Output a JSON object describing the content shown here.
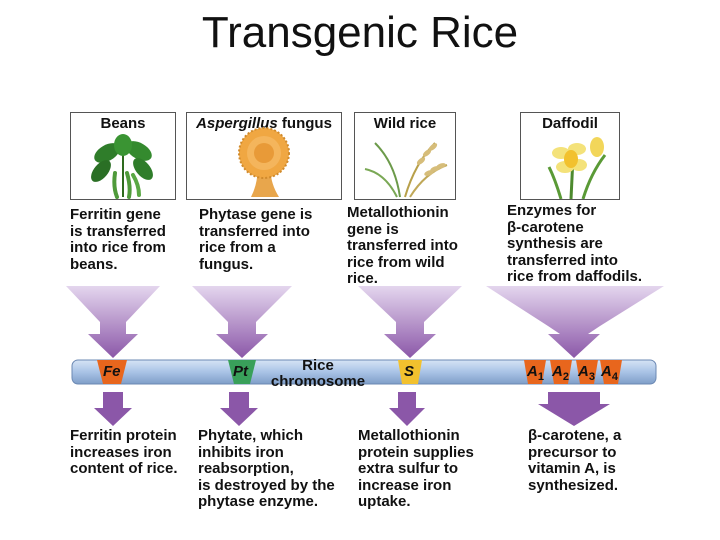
{
  "title": "Transgenic Rice",
  "sources": [
    {
      "label": "Beans",
      "icon": "bean-plant-icon"
    },
    {
      "label_italic": "Aspergillus",
      "label_rest": " fungus",
      "icon": "fungus-icon"
    },
    {
      "label": "Wild rice",
      "icon": "wild-rice-icon"
    },
    {
      "label": "Daffodil",
      "icon": "daffodil-icon"
    }
  ],
  "transfers": [
    [
      "Ferritin gene",
      "is transferred",
      "into rice from",
      "beans."
    ],
    [
      "Phytase gene is",
      "transferred into",
      "rice from a",
      "fungus."
    ],
    [
      "Metallothionin",
      "gene is",
      "transferred into",
      "rice from wild",
      "rice."
    ],
    [
      "Enzymes for",
      "β-carotene",
      "synthesis are",
      "transferred into",
      "rice from daffodils."
    ]
  ],
  "chromosome": {
    "label_line1": "Rice",
    "label_line2": "chromosome",
    "genes": [
      {
        "label": "Fe",
        "color": "#e8661d"
      },
      {
        "label": "Pt",
        "color": "#39a05a"
      },
      {
        "label": "S",
        "color": "#f2c12e"
      },
      {
        "label": "A",
        "sub": "1",
        "color": "#e8661d"
      },
      {
        "label": "A",
        "sub": "2",
        "color": "#e8661d"
      },
      {
        "label": "A",
        "sub": "3",
        "color": "#e8661d"
      },
      {
        "label": "A",
        "sub": "4",
        "color": "#e8661d"
      }
    ]
  },
  "effects": [
    [
      "Ferritin protein",
      "increases iron",
      "content of rice."
    ],
    [
      "Phytate, which",
      "inhibits iron",
      "reabsorption,",
      "is destroyed by the",
      "phytase enzyme."
    ],
    [
      "Metallothionin",
      "protein supplies",
      "extra sulfur to",
      "increase iron",
      "uptake."
    ],
    [
      "β-carotene, a",
      "precursor to",
      "vitamin A, is",
      "synthesized."
    ]
  ],
  "colors": {
    "arrow_light": "#d8c5e6",
    "arrow_dark": "#8b57a8",
    "chromosome": "#a9c3e6"
  }
}
